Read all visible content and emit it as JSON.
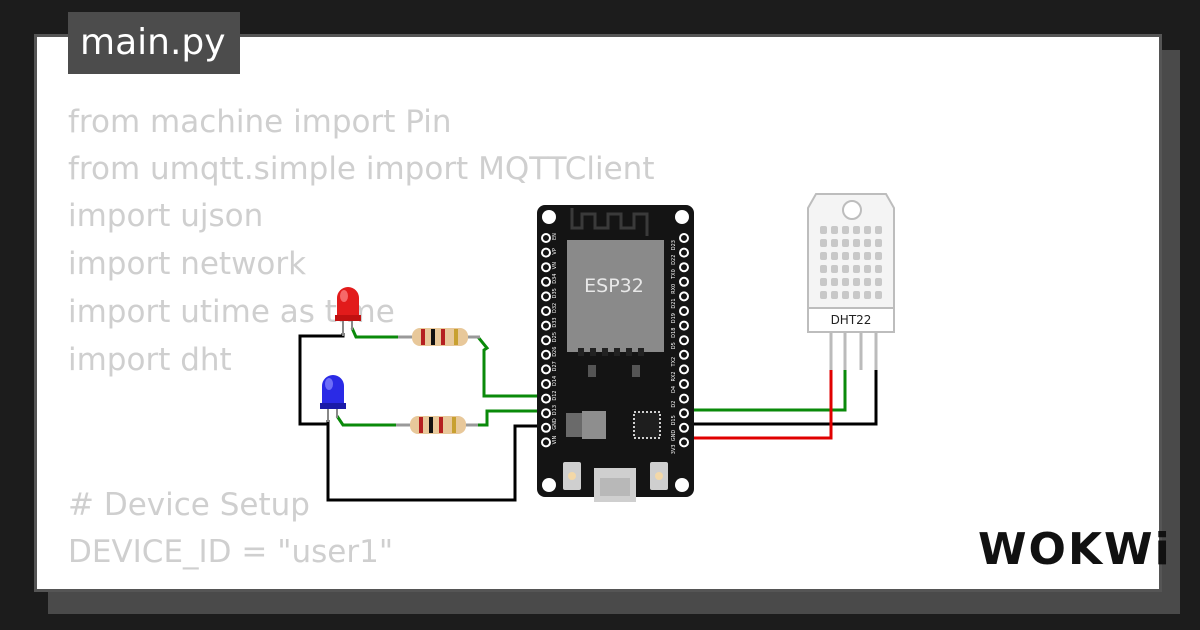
{
  "editor": {
    "filename": "main.py",
    "code_lines": [
      "from machine import Pin",
      "from umqtt.simple import MQTTClient",
      "import ujson",
      "import network",
      "import utime as time",
      "import dht",
      "",
      "# Device Setup",
      "DEVICE_ID = \"user1\""
    ]
  },
  "board": {
    "label": "ESP32",
    "pins_left": [
      "EN",
      "VP",
      "VN",
      "D34",
      "D35",
      "D32",
      "D33",
      "D25",
      "D26",
      "D27",
      "D14",
      "D12",
      "D13",
      "GND",
      "VIN"
    ],
    "pins_right": [
      "D23",
      "D22",
      "TX0",
      "RX0",
      "D21",
      "D19",
      "D18",
      "D5",
      "TX2",
      "RX2",
      "D4",
      "D2",
      "D15",
      "GND",
      "3V3"
    ]
  },
  "sensor": {
    "label": "DHT22"
  },
  "components": {
    "led_top": {
      "color": "#e21b1b",
      "name": "red-led"
    },
    "led_bottom": {
      "color": "#2a2ae6",
      "name": "blue-led"
    }
  },
  "wire_colors": {
    "signal": "#0a8a0a",
    "ground": "#000000",
    "power": "#e00000"
  },
  "brand": {
    "logo_text": "WOKWi"
  }
}
